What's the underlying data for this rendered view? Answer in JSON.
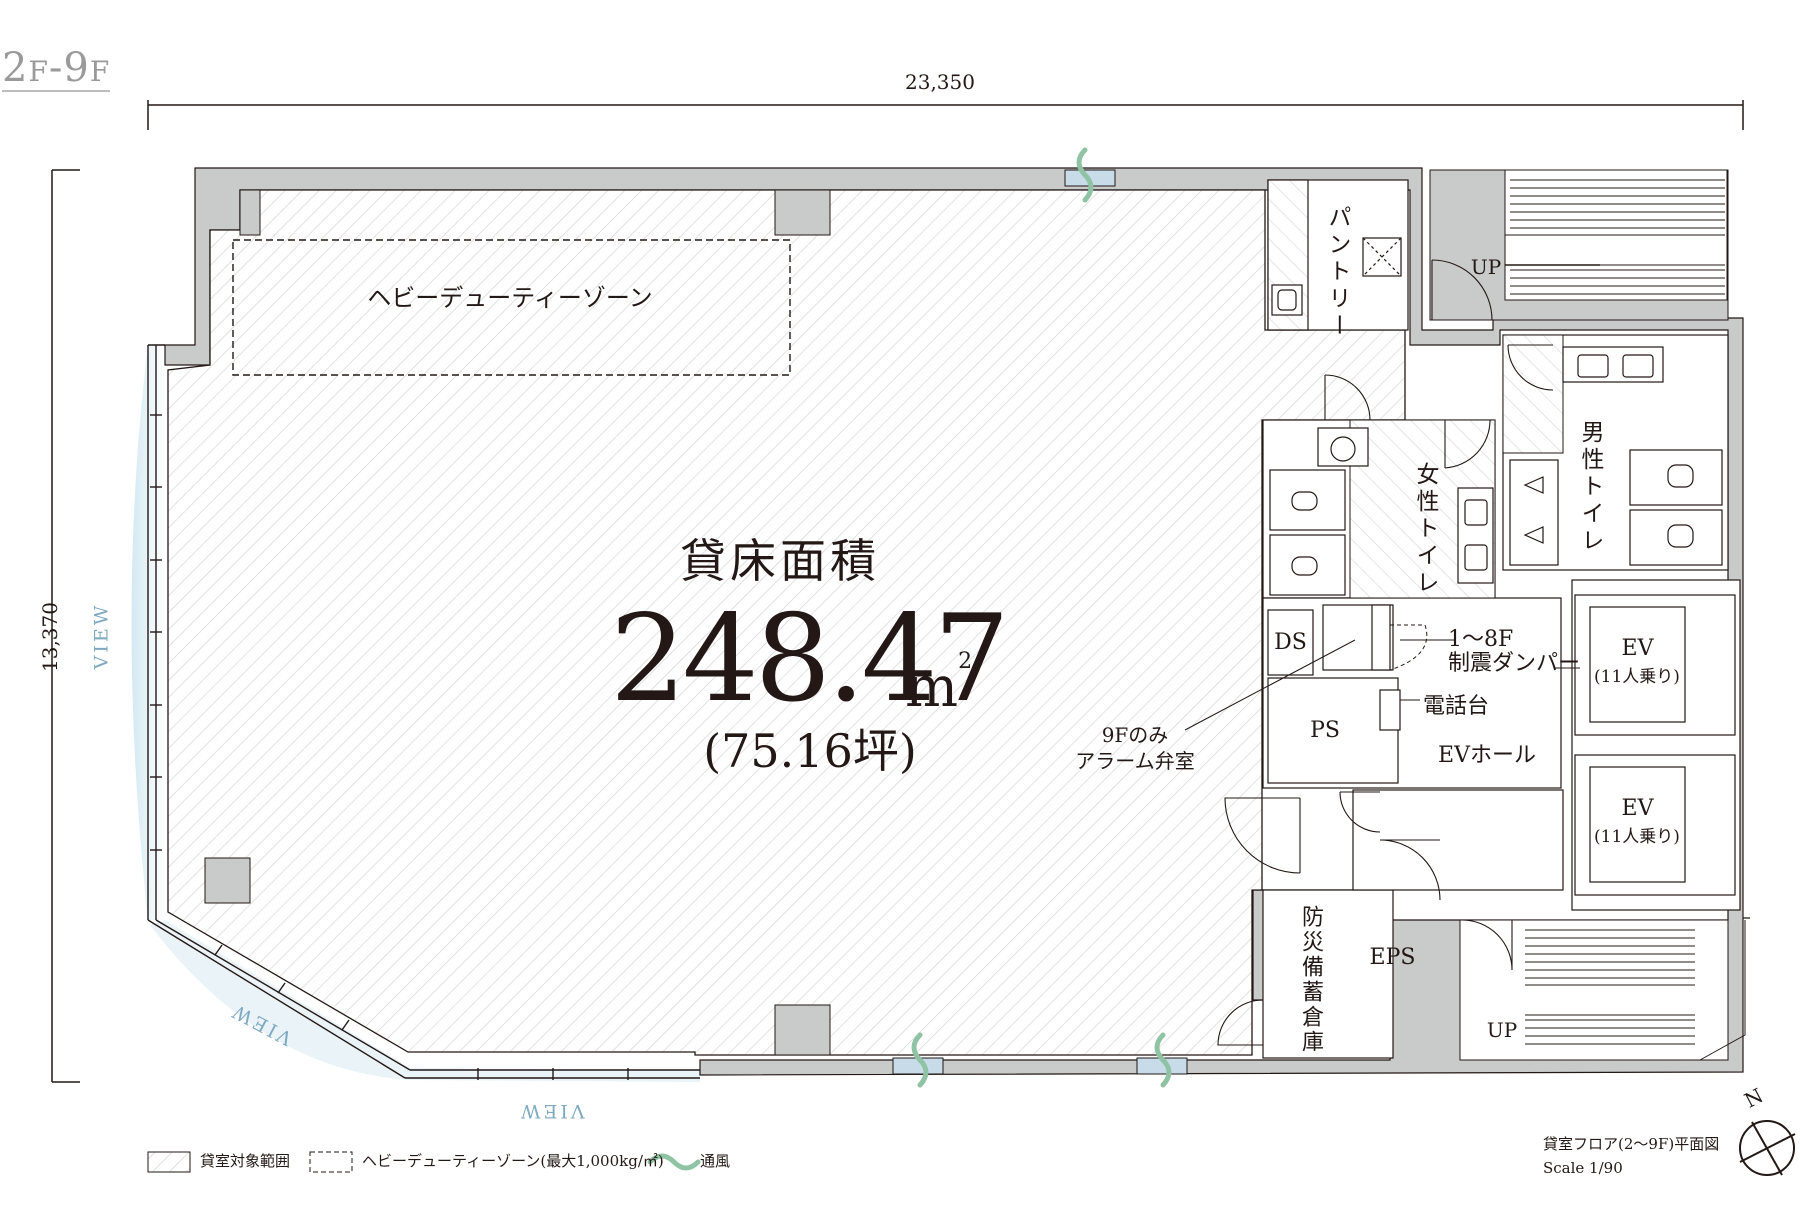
{
  "floor_label": {
    "num1": "2",
    "f1": "F",
    "sep": "-",
    "num2": "9",
    "f2": "F"
  },
  "dimensions": {
    "width": "23,350",
    "height": "13,370"
  },
  "view_labels": [
    "VIEW",
    "VIEW",
    "VIEW"
  ],
  "zones": {
    "heavy_duty": "ヘビーデューティーゾーン"
  },
  "area": {
    "title": "貸床面積",
    "value": "248.47",
    "unit": "m",
    "unit_sup": "2",
    "tsubo": "(75.16坪)"
  },
  "rooms": {
    "pantry": "パントリー",
    "womens_toilet": "女性トイレ",
    "mens_toilet": "男性トイレ",
    "ds": "DS",
    "ps": "PS",
    "damper": "1～8F\n制震ダンパー",
    "phone_stand": "電話台",
    "ev_hall": "EVホール",
    "ev1": "EV",
    "ev1_cap": "(11人乗り)",
    "ev2": "EV",
    "ev2_cap": "(11人乗り)",
    "alarm_valve": "9Fのみ\nアラーム弁室",
    "disaster_storage": "防災備蓄倉庫",
    "eps": "EPS",
    "up1": "UP",
    "up2": "UP"
  },
  "legend": {
    "leasable": "貸室対象範囲",
    "heavy": "ヘビーデューティーゾーン(最大1,000kg/㎡)",
    "ventilation": "通風"
  },
  "plan_title": {
    "name": "貸室フロア(2～9F)平面図",
    "scale": "Scale 1/90"
  },
  "compass": {
    "north": "N"
  },
  "colors": {
    "wall": "#c9caca",
    "hatch": "#dcdcdc",
    "view_blue": "#7ea9c0",
    "line": "#231815"
  }
}
